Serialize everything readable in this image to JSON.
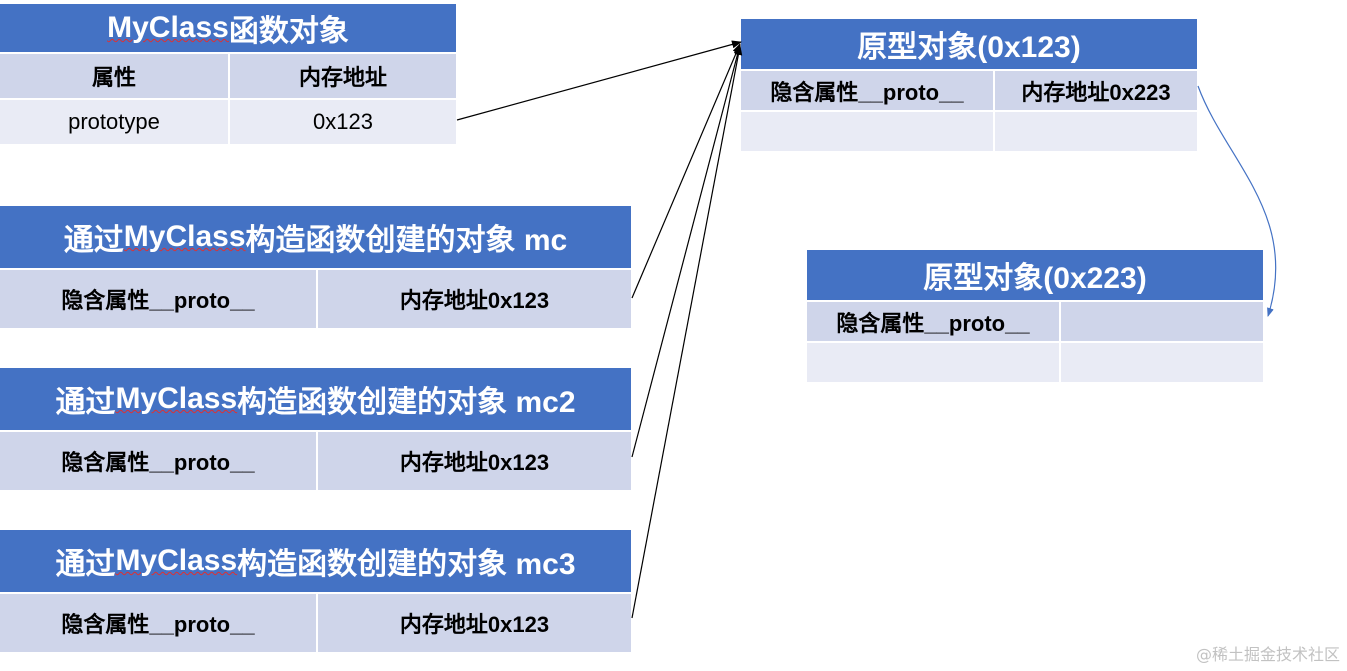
{
  "myclass_table": {
    "title_class": "MyClass",
    "title_suffix": "函数对象",
    "col_headers": [
      "属性",
      "内存地址"
    ],
    "row": [
      "prototype",
      "0x123"
    ]
  },
  "instances": [
    {
      "title_prefix": "通过",
      "title_class": "MyClass",
      "title_suffix": "构造函数创建的对象 mc",
      "cells": [
        "隐含属性__proto__",
        "内存地址0x123"
      ]
    },
    {
      "title_prefix": "通过",
      "title_class": "MyClass",
      "title_suffix": "构造函数创建的对象 mc2",
      "cells": [
        "隐含属性__proto__",
        "内存地址0x123"
      ]
    },
    {
      "title_prefix": "通过",
      "title_class": "MyClass",
      "title_suffix": "构造函数创建的对象 mc3",
      "cells": [
        "隐含属性__proto__",
        "内存地址0x123"
      ]
    }
  ],
  "proto_123": {
    "title": "原型对象(0x123)",
    "cells": [
      "隐含属性__proto__",
      "内存地址0x223"
    ],
    "empty_row": [
      "",
      ""
    ]
  },
  "proto_223": {
    "title": "原型对象(0x223)",
    "cells": [
      "隐含属性__proto__",
      ""
    ],
    "empty_row": [
      "",
      ""
    ]
  },
  "watermark": "@稀土掘金技术社区",
  "colors": {
    "header_blue": "#4472C4",
    "row_dark": "#CFD5EA",
    "row_light": "#E9EBF5",
    "proto_link_blue": "#4472C4"
  }
}
